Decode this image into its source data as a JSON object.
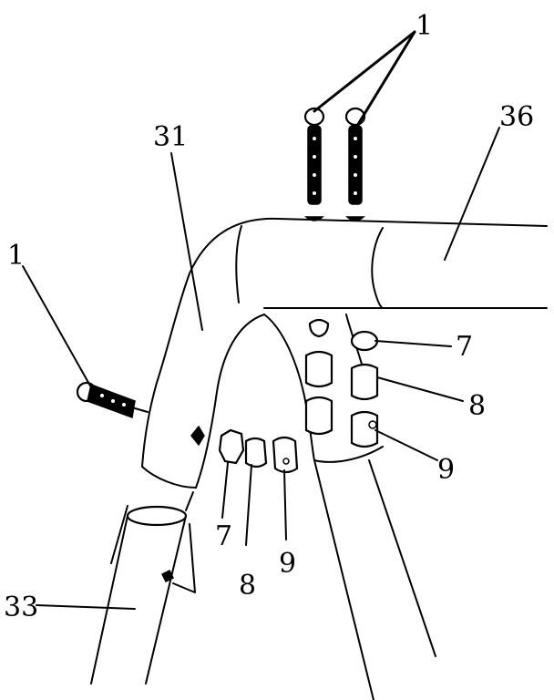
{
  "labels": {
    "bolts_top": "1",
    "tube_36": "36",
    "elbow_31": "31",
    "bolt_left": "1",
    "nut_right": "7",
    "washer_right": "8",
    "spacer_right": "9",
    "nut_left": "7",
    "washer_left": "8",
    "spacer_left": "9",
    "tube_33": "33"
  }
}
